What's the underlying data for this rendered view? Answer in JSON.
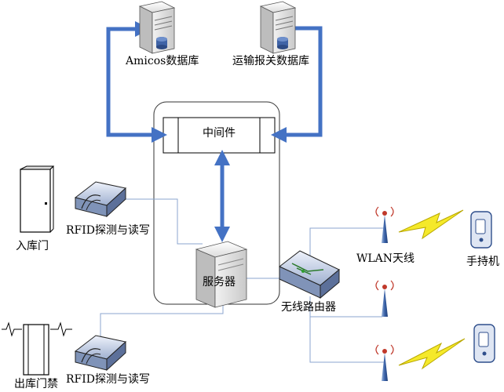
{
  "labels": {
    "amicos_db": "Amicos数据库",
    "customs_db": "运输报关数据库",
    "middleware": "中间件",
    "entry_door": "入库门",
    "rfid_top": "RFID探测与读写",
    "server": "服务器",
    "wireless_router": "无线路由器",
    "wlan_antenna": "WLAN天线",
    "handheld": "手持机",
    "exit_gate": "出库门禁",
    "rfid_bottom": "RFID探测与读写"
  },
  "colors": {
    "arrow": "#4472c4",
    "connector": "#8ba6cf",
    "lightning": "#f5e92a",
    "lightning_edge": "#b9a800"
  }
}
